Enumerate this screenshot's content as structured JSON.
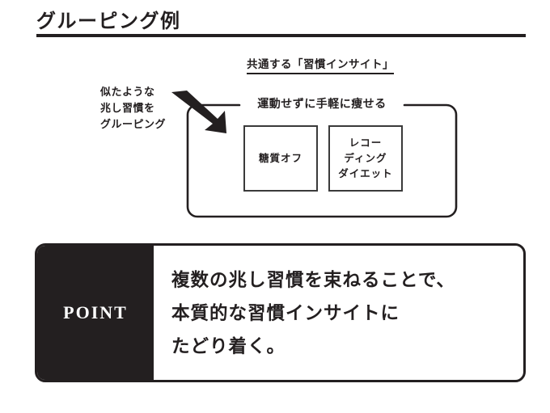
{
  "page": {
    "title": "グルーピング例",
    "background_color": "#ffffff",
    "ink_color": "#231f20"
  },
  "diagram": {
    "insight_heading": "共通する「習慣インサイト」",
    "grouping_note": {
      "line1": "似たような",
      "line2": "兆し習慣を",
      "line3": "グルーピング"
    },
    "arrow": {
      "icon": "thick-diagonal-arrow-icon",
      "direction": "down-right",
      "color": "#231f20"
    },
    "group": {
      "legend": "運動せずに手軽に痩せる",
      "items": [
        {
          "label": "糖質オフ"
        },
        {
          "label": "レコー\nディング\nダイエット"
        }
      ]
    }
  },
  "point_panel": {
    "label": "POINT",
    "label_background": "#231f20",
    "label_color": "#ffffff",
    "lines": [
      "複数の兆し習慣を束ねることで、",
      "本質的な習慣インサイトに",
      "たどり着く。"
    ]
  }
}
